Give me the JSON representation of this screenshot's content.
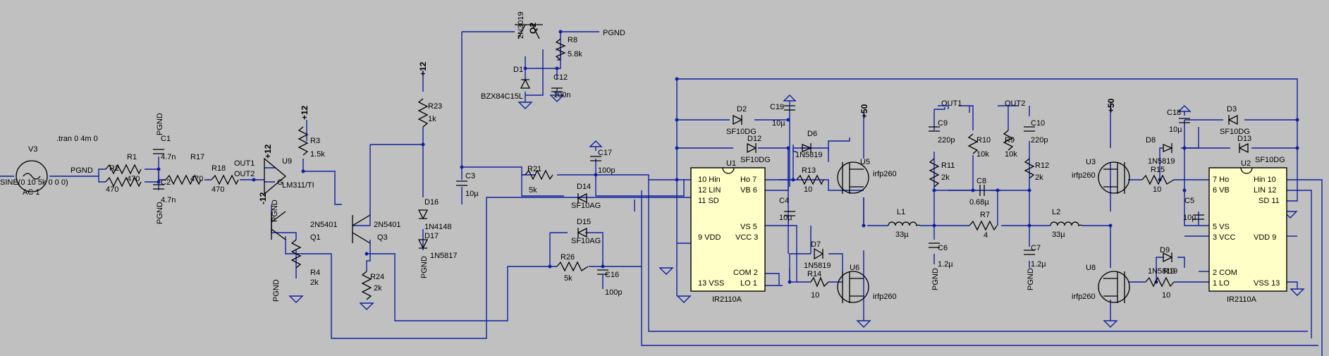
{
  "directive": ".tran 0 4m 0",
  "nets": {
    "pgnd": "PGND",
    "p12": "+12",
    "m12": "-12",
    "p50": "+50",
    "out1": "OUT1",
    "out2": "OUT2"
  },
  "source": {
    "name": "V3",
    "value": "SINE(0 10 5k 0 0 0)",
    "ac": "AC 1"
  },
  "parts": {
    "R1": [
      "R1",
      "470"
    ],
    "R2": [
      "R2",
      "470"
    ],
    "R17": [
      "R17",
      "470"
    ],
    "R18": [
      "R18",
      "470"
    ],
    "R3": [
      "R3",
      "1.5k"
    ],
    "R4": [
      "R4",
      "2k"
    ],
    "R23": [
      "R23",
      "1k"
    ],
    "R24": [
      "R24",
      "2k"
    ],
    "R8": [
      "R8",
      "5.8k"
    ],
    "R21": [
      "R21",
      "5k"
    ],
    "R26": [
      "R26",
      "5k"
    ],
    "R13": [
      "R13",
      "10"
    ],
    "R14": [
      "R14",
      "10"
    ],
    "R15": [
      "R15",
      "10"
    ],
    "R19": [
      "R19",
      "10"
    ],
    "R11": [
      "R11",
      "2k"
    ],
    "R10": [
      "R10",
      "10k"
    ],
    "R9": [
      "R9",
      "10k"
    ],
    "R12": [
      "R12",
      "2k"
    ],
    "R7": [
      "R7",
      "4"
    ],
    "C1": [
      "C1",
      "4.7n"
    ],
    "C2": [
      "C2",
      "4.7n"
    ],
    "C3": [
      "C3",
      "10µ"
    ],
    "C12": [
      "C12",
      "100n"
    ],
    "C17": [
      "C17",
      "100p"
    ],
    "C16": [
      "C16",
      "100p"
    ],
    "C19": [
      "C19",
      "10µ"
    ],
    "C4": [
      "C4",
      "10µ"
    ],
    "C9": [
      "C9",
      "220p"
    ],
    "C10": [
      "C10",
      "220p"
    ],
    "C8": [
      "C8",
      "0.68µ"
    ],
    "C6": [
      "C6",
      "1.2µ"
    ],
    "C7": [
      "C7",
      "1.2µ"
    ],
    "C18": [
      "C18",
      "10µ"
    ],
    "C5": [
      "C5",
      "10µ"
    ],
    "L1": [
      "L1",
      "33µ"
    ],
    "L2": [
      "L2",
      "33µ"
    ],
    "D1": [
      "D1",
      "BZX84C15L"
    ],
    "D2": [
      "D2",
      "SF10DG"
    ],
    "D12": [
      "D12",
      "SF10DG"
    ],
    "D3": [
      "D3",
      "SF10DG"
    ],
    "D13": [
      "D13",
      "SF10DG"
    ],
    "D14": [
      "D14",
      "SF10AG"
    ],
    "D15": [
      "D15",
      "SF10AG"
    ],
    "D6": [
      "D6",
      "1N5819"
    ],
    "D7": [
      "D7",
      "1N5819"
    ],
    "D8": [
      "D8",
      "1N5819"
    ],
    "D9": [
      "D9",
      "1N5819"
    ],
    "D16": [
      "D16",
      "1N4148"
    ],
    "D17": [
      "D17",
      "1N5817"
    ],
    "Q1": [
      "Q1",
      "2N5401"
    ],
    "Q3": [
      "Q3",
      "2N5401"
    ],
    "Q2": [
      "Q2",
      "2N3019"
    ],
    "U5": [
      "U5",
      "irfp260"
    ],
    "U6": [
      "U6",
      "irfp260"
    ],
    "U3": [
      "U3",
      "irfp260"
    ],
    "U8": [
      "U8",
      "irfp260"
    ],
    "U9": [
      "U9",
      "LM311/TI"
    ]
  },
  "ic1": {
    "name": "U1",
    "model": "IR2110A",
    "left": [
      "10 Hin",
      "12 LIN",
      "11 SD",
      "9 VDD",
      "13 VSS"
    ],
    "right": [
      "Ho 7",
      "VB 6",
      "VS 5",
      "VCC 3",
      "COM 2",
      "LO 1"
    ]
  },
  "ic2": {
    "name": "U2",
    "model": "IR2110A",
    "left": [
      "7 Ho",
      "6 VB",
      "5 VS",
      "3 VCC",
      "2 COM",
      "1 LO"
    ],
    "right": [
      "Hin 10",
      "LIN 12",
      "SD 11",
      "VDD 9",
      "VSS 13"
    ]
  },
  "opamp_pins": {
    "g": "G"
  },
  "colors": {
    "background": "#c0c0c0",
    "wire": "#1020a0",
    "ic_fill": "#ffffc8"
  }
}
